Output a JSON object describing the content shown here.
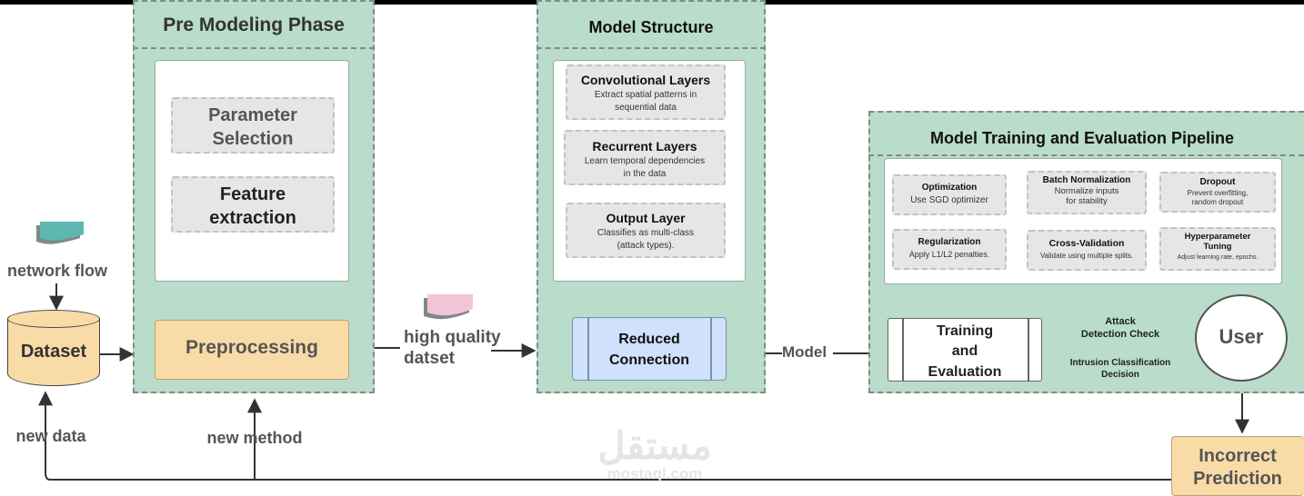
{
  "inputs": {
    "network_flow": "network flow",
    "dataset": "Dataset",
    "new_data": "new data",
    "new_method": "new method",
    "high_quality": "high quality\ndatset"
  },
  "pre_modeling": {
    "title": "Pre Modeling Phase",
    "parameter_selection": "Parameter\nSelection",
    "feature_extraction": "Feature\nextraction",
    "preprocessing": "Preprocessing"
  },
  "model_structure": {
    "title": "Model Structure",
    "layers": [
      {
        "title": "Convolutional Layers",
        "desc": "Extract spatial patterns in\nsequential data"
      },
      {
        "title": "Recurrent Layers",
        "desc": "Learn temporal dependencies\nin the data"
      },
      {
        "title": "Output Layer",
        "desc": "Classifies as multi-class\n(attack types)."
      }
    ],
    "reduced_connection": "Reduced\nConnection",
    "model_label": "Model"
  },
  "pipeline": {
    "title": "Model Training and Evaluation Pipeline",
    "cards": [
      {
        "title": "Optimization",
        "desc": "Use SGD optimizer"
      },
      {
        "title": "Batch Normalization",
        "desc": "Normalize inputs\nfor stability"
      },
      {
        "title": "Dropout",
        "desc": "Prevent overfitting,\nrandom dropout"
      },
      {
        "title": "Regularization",
        "desc": "Apply L1/L2 penalties."
      },
      {
        "title": "Cross-Validation",
        "desc": "Validate using multiple splits."
      },
      {
        "title": "Hyperparameter\nTuning",
        "desc": "Adjust learning rate, epochs."
      }
    ],
    "training": "Training\nand\nEvaluation",
    "attack_check": "Attack\nDetection Check",
    "intrusion_decision": "Intrusion Classification\nDecision",
    "user": "User",
    "incorrect": "Incorrect\nPrediction"
  },
  "watermark": {
    "arabic": "مستقل",
    "latin": "mostaql.com"
  },
  "colors": {
    "phase_bg": "#b9dccb",
    "orange": "#f9dba8",
    "blue": "#cfe1fb",
    "teal": "#5fb8b0",
    "pink": "#f2c4d8"
  }
}
